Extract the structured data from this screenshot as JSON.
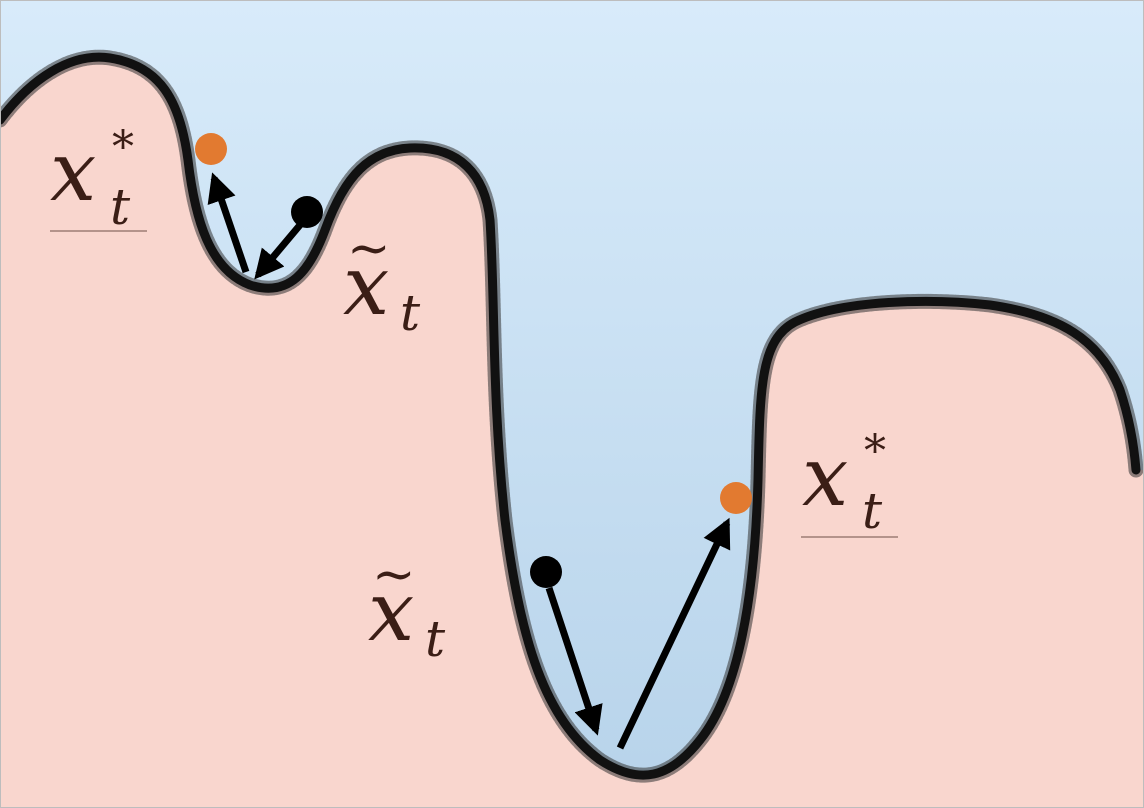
{
  "colors": {
    "sky_top": "#d8ebfa",
    "sky_bottom": "#b7d3ea",
    "ground": "#f9d6ce",
    "curve": "#111111",
    "label": "#3b1e16",
    "start_point": "#000000",
    "target_point": "#e27a30",
    "arrow": "#000000",
    "underline": "#8a6b63",
    "frame": "#bdbdbd"
  },
  "labels": {
    "target_top_left": {
      "base": "x",
      "sup": "*",
      "sub": "t"
    },
    "start_top": {
      "base": "x",
      "accent": "~",
      "sub": "t"
    },
    "start_bottom": {
      "base": "x",
      "accent": "~",
      "sub": "t"
    },
    "target_right": {
      "base": "x",
      "sup": "*",
      "sub": "t"
    }
  },
  "markers": {
    "start_point_count": 2,
    "target_point_count": 2
  }
}
